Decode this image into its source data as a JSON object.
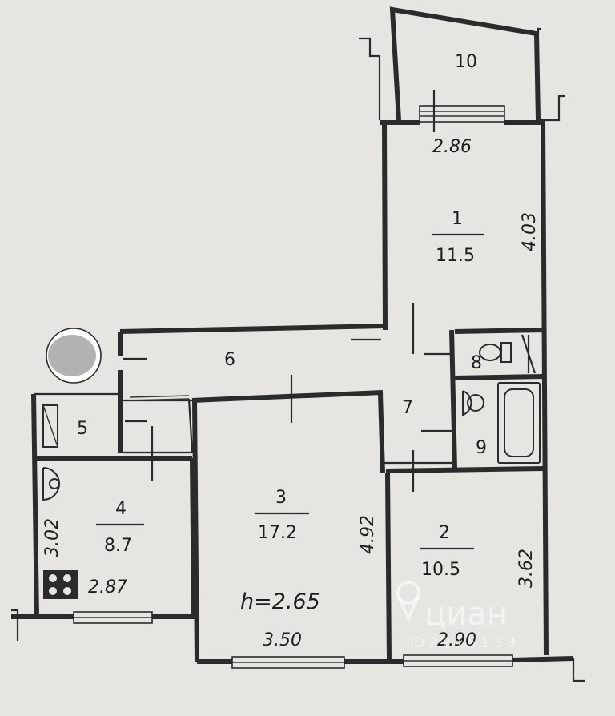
{
  "rooms": [
    {
      "number": "1",
      "area": "11.5"
    },
    {
      "number": "2",
      "area": "10.5"
    },
    {
      "number": "3",
      "area": "17.2"
    },
    {
      "number": "4",
      "area": "8.7"
    },
    {
      "number": "5"
    },
    {
      "number": "6"
    },
    {
      "number": "7"
    },
    {
      "number": "8"
    },
    {
      "number": "9"
    },
    {
      "number": "10"
    }
  ],
  "dimensions": {
    "room1_width": "2.86",
    "room1_length": "4.03",
    "room2_width": "2.90",
    "room2_length": "3.62",
    "room3_width": "3.50",
    "room3_length": "4.92",
    "room4_width": "2.87",
    "room4_length": "3.02"
  },
  "ceiling_height": "h=2.65",
  "watermark": {
    "brand": "циан",
    "id": "ID 2 2 1 5 1 3 3"
  }
}
